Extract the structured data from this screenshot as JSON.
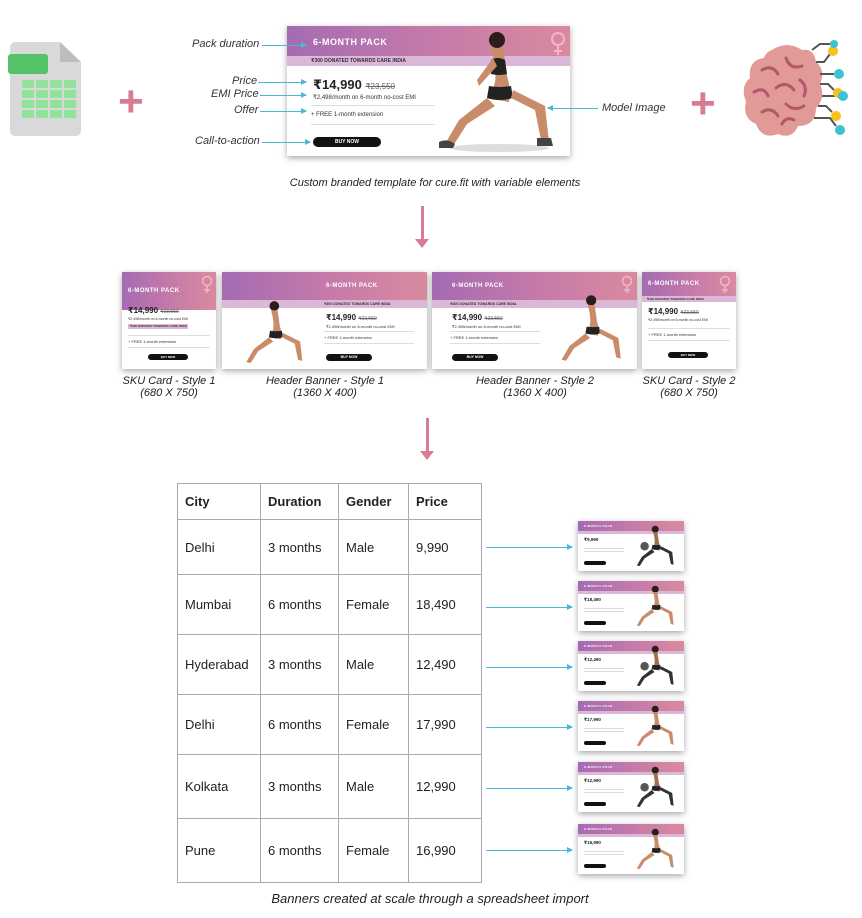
{
  "template": {
    "pack_title": "6-MONTH PACK",
    "donation_text": "₹300 DONATED TOWARDS CARE INDIA",
    "price": "₹14,990",
    "price_old": "₹23,550",
    "emi": "₹2,498/month on 6-month no-cost EMI",
    "offer": "+ FREE 1-month extension",
    "cta": "BUY NOW"
  },
  "annotations": {
    "pack_duration": "Pack duration",
    "price": "Price",
    "emi_price": "EMI Price",
    "offer": "Offer",
    "call_to_action": "Call-to-action",
    "model_image": "Model Image"
  },
  "captions": {
    "template": "Custom branded template for cure.fit with variable elements",
    "bottom": "Banners created at scale through a spreadsheet import"
  },
  "variants": [
    {
      "name": "SKU Card - Style 1",
      "size": "(680 X 750)"
    },
    {
      "name": "Header Banner - Style 1",
      "size": "(1360 X 400)"
    },
    {
      "name": "Header Banner - Style 2",
      "size": "(1360 X 400)"
    },
    {
      "name": "SKU Card - Style 2",
      "size": "(680 X 750)"
    }
  ],
  "table": {
    "headers": [
      "City",
      "Duration",
      "Gender",
      "Price"
    ],
    "rows": [
      [
        "Delhi",
        "3 months",
        "Male",
        "9,990"
      ],
      [
        "Mumbai",
        "6 months",
        "Female",
        "18,490"
      ],
      [
        "Hyderabad",
        "3 months",
        "Male",
        "12,490"
      ],
      [
        "Delhi",
        "6 months",
        "Female",
        "17,990"
      ],
      [
        "Kolkata",
        "3 months",
        "Male",
        "12,990"
      ],
      [
        "Pune",
        "6 months",
        "Female",
        "16,990"
      ]
    ]
  },
  "output_banners": [
    {
      "title": "6-MONTH PACK",
      "price": "₹9,990",
      "model": "male"
    },
    {
      "title": "6-MONTH PACK",
      "price": "₹18,490",
      "model": "female"
    },
    {
      "title": "6-MONTH PACK",
      "price": "₹12,490",
      "model": "male"
    },
    {
      "title": "6-MONTH PACK",
      "price": "₹17,990",
      "model": "female"
    },
    {
      "title": "6-MONTH PACK",
      "price": "₹12,990",
      "model": "male"
    },
    {
      "title": "6-MONTH PACK",
      "price": "₹16,990",
      "model": "female"
    }
  ],
  "icons": {
    "spreadsheet": "spreadsheet-icon",
    "brain": "brain-ai-icon"
  },
  "colors": {
    "accent_pink": "#d77d93",
    "arrow_blue": "#48b9d6",
    "header_gradient_start": "#a46bb3",
    "header_gradient_end": "#d98aa0"
  }
}
